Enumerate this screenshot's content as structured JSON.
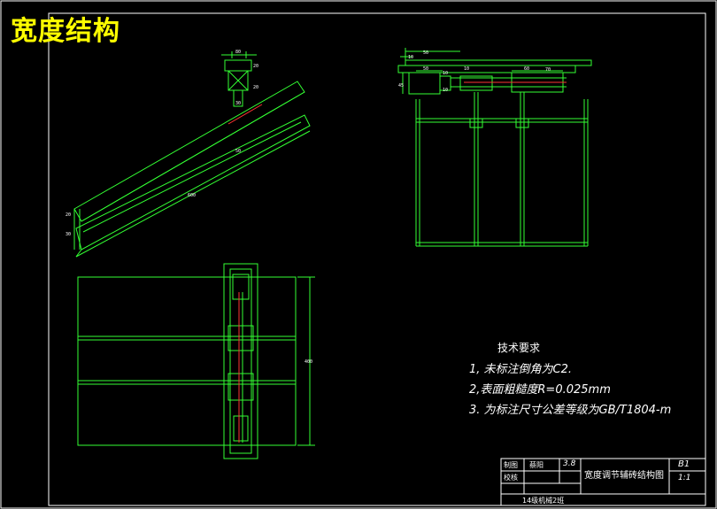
{
  "title": "宽度结构",
  "notes": {
    "heading": "技术要求",
    "items": [
      "1, 未标注倒角为C2.",
      "2,表面粗糙度R=0.025mm",
      "3. 为标注尺寸公差等级为GB/T1804-m"
    ]
  },
  "title_block": {
    "drawn_label": "制图",
    "drawn_name": "蔡阳",
    "drawn_date": "3.8",
    "check_label": "校核",
    "drawing_name": "宽度调节辅砖结构图",
    "sheet": "B1",
    "scale": "1:1",
    "school": "14级机械2班"
  },
  "dims": {
    "top_50": "50",
    "top_10": "10",
    "left_50": "50",
    "left_10a": "10",
    "left_10b": "10",
    "left_45": "45",
    "mid_10": "10",
    "right_60": "60",
    "right_70": "70",
    "sec_80": "80",
    "sec_30": "30",
    "sec_20a": "20",
    "sec_20b": "20",
    "slope_600": "600",
    "slope_50": "50",
    "end_20": "20",
    "end_30": "30",
    "plan_400": "400"
  },
  "colors": {
    "line": "#33ff33",
    "text": "#ffffff",
    "title": "#ffff00",
    "hidden": "#ff3333",
    "frame": "#ffffff"
  }
}
